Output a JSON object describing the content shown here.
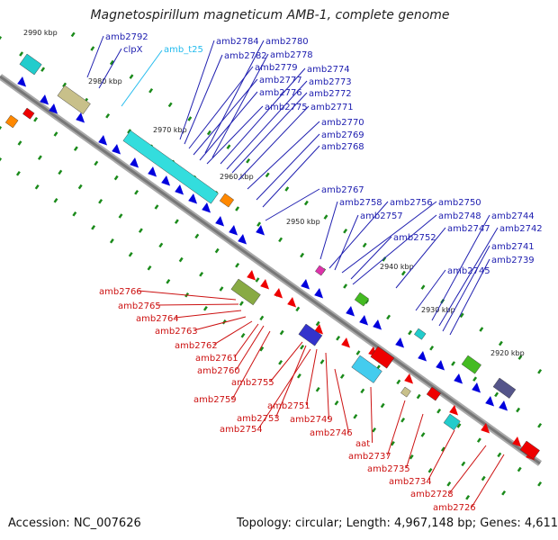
{
  "header": {
    "title": "Magnetospirillum magneticum AMB-1, complete genome"
  },
  "footer": {
    "accession": "Accession: NC_007626",
    "summary": "Topology: circular; Length: 4,967,148 bp; Genes: 4,611"
  },
  "scale_marks": [
    "2990 kbp",
    "2980 kbp",
    "2970 kbp",
    "2960 kbp",
    "2950 kbp",
    "2940 kbp",
    "2930 kbp",
    "2920 kbp"
  ],
  "forward_genes": [
    "amb2792",
    "clpX",
    "amb2784",
    "amb2780",
    "amb2782",
    "amb2778",
    "amb2779",
    "amb2774",
    "amb2777",
    "amb2773",
    "amb2776",
    "amb2772",
    "amb2775",
    "amb2771",
    "amb2770",
    "amb2769",
    "amb2768",
    "amb2767",
    "amb2758",
    "amb2756",
    "amb2750",
    "amb2757",
    "amb2748",
    "amb2744",
    "amb2747",
    "amb2742",
    "amb2752",
    "amb2741",
    "amb2745",
    "amb2739"
  ],
  "rna_genes": [
    "amb_t25"
  ],
  "reverse_genes": [
    "amb2766",
    "amb2765",
    "amb2764",
    "amb2763",
    "amb2762",
    "amb2761",
    "amb2760",
    "amb2755",
    "amb2759",
    "amb2751",
    "amb2753",
    "amb2749",
    "amb2754",
    "amb2746",
    "aat",
    "amb2737",
    "amb2735",
    "amb2734",
    "amb2728",
    "amb2726"
  ],
  "colors": {
    "forward_label": "#2020b0",
    "reverse_label": "#cc1111",
    "rna_label": "#22bbee",
    "backbone": "#888888",
    "forward_gene": "#0000dd",
    "reverse_gene": "#ee0000",
    "gc_skew_dot": "#1a8a1a"
  }
}
